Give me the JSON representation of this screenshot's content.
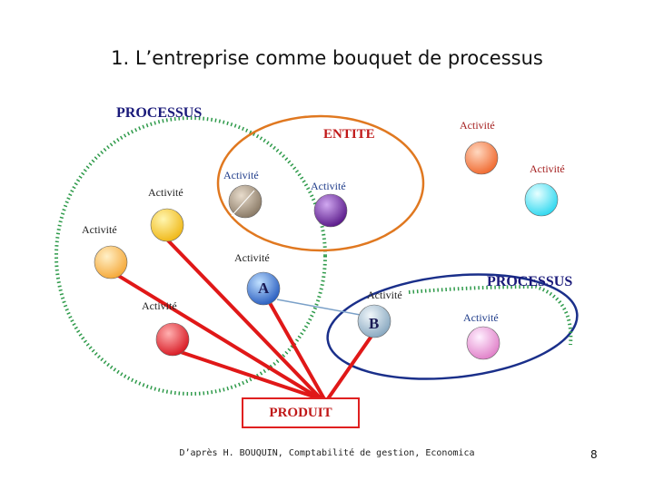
{
  "title": "1. L’entreprise comme bouquet de processus",
  "labels": {
    "processus_left": "PROCESSUS",
    "entite": "ENTITE",
    "processus_right": "PROCESSUS",
    "activite": "Activité",
    "node_a": "A",
    "node_b": "B",
    "produit": "PRODUIT"
  },
  "credit": "D’après H. BOUQUIN, Comptabilité de gestion, Economica",
  "page_number": "8",
  "colors": {
    "processus_outline": "#2e9a4a",
    "entite_outline": "#e07820",
    "process_right_outline": "#1a2f8a",
    "arrows": "#e01818",
    "link_a_b": "#7aa0c8"
  },
  "spheres": [
    {
      "name": "activite-sphere-brown",
      "color": "#8a7a66"
    },
    {
      "name": "activite-sphere-purple",
      "color": "#6a2a9a"
    },
    {
      "name": "activite-sphere-orange",
      "color": "#f07a40"
    },
    {
      "name": "activite-sphere-cyan",
      "color": "#40e0f0"
    },
    {
      "name": "activite-sphere-yellow",
      "color": "#f0c020"
    },
    {
      "name": "activite-sphere-lightorange",
      "color": "#f5b040"
    },
    {
      "name": "activite-sphere-A",
      "color": "#3a6ec8"
    },
    {
      "name": "activite-sphere-red",
      "color": "#e02a30"
    },
    {
      "name": "activite-sphere-B",
      "color": "#88a8c0"
    },
    {
      "name": "activite-sphere-pink",
      "color": "#e890d0"
    }
  ]
}
